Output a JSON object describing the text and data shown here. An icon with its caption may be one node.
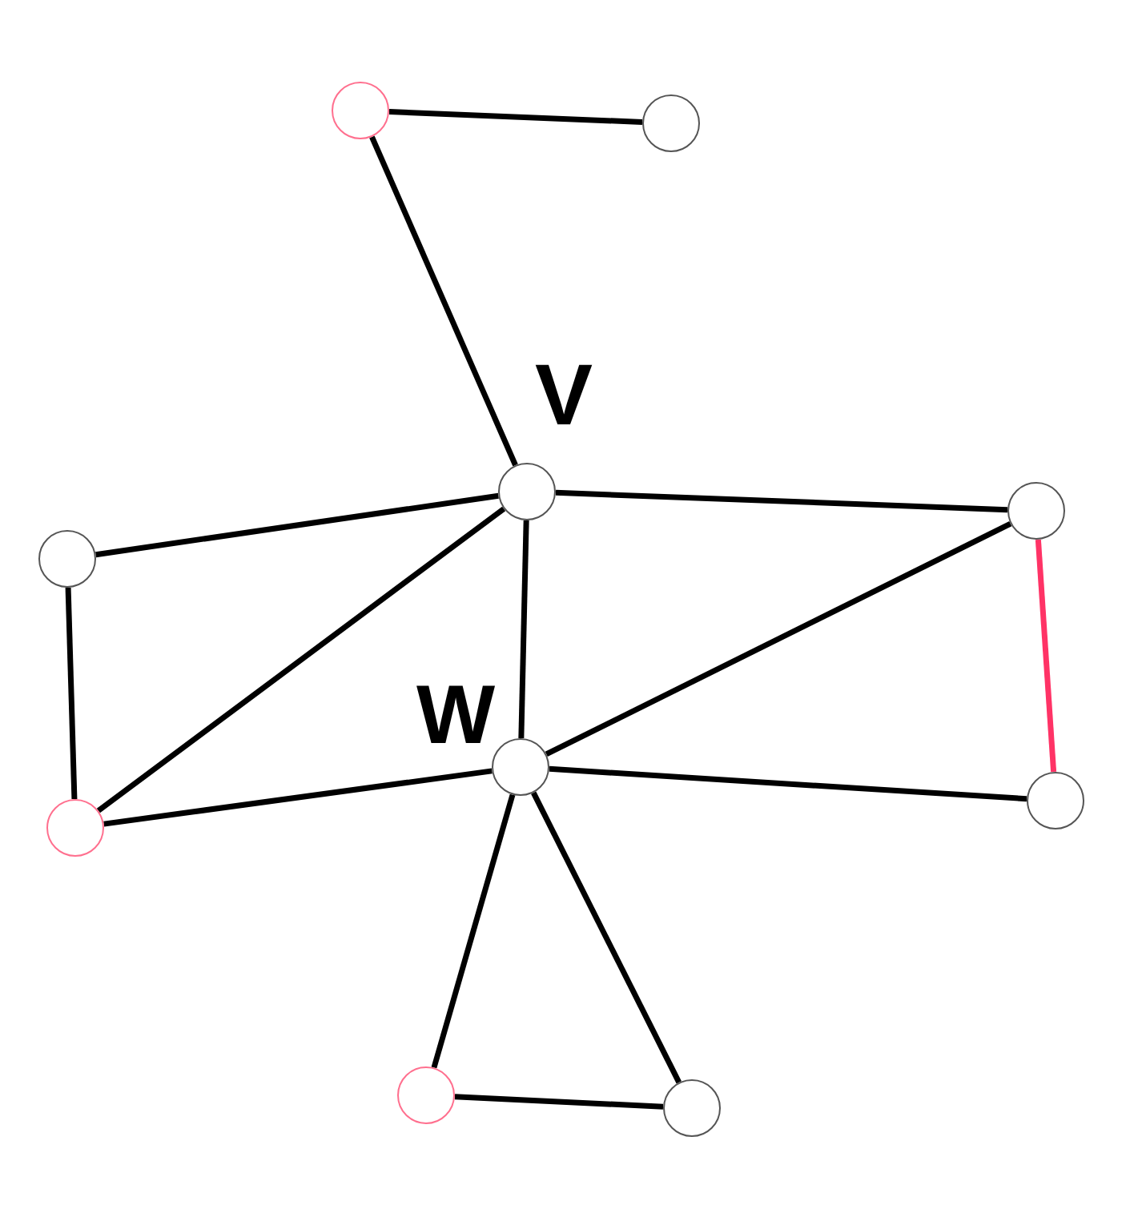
{
  "diagram": {
    "nodes": [
      {
        "text": [],
        "shape": "circle"
      },
      {
        "text": [],
        "shape": "circle"
      },
      {
        "text": [],
        "shape": "circle",
        "beside": [
          "V"
        ]
      },
      {
        "text": [],
        "shape": "circle"
      },
      {
        "text": [],
        "shape": "circle"
      },
      {
        "text": [],
        "shape": "circle",
        "beside": [
          "W"
        ]
      },
      {
        "text": [],
        "shape": "circle"
      },
      {
        "text": [],
        "shape": "circle"
      },
      {
        "text": [],
        "shape": "circle"
      },
      {
        "text": [],
        "shape": "circle"
      }
    ],
    "edges": [
      {
        "from": 0,
        "to": 1,
        "arrow": "none"
      },
      {
        "from": 0,
        "to": 2,
        "arrow": "none"
      },
      {
        "from": 2,
        "to": 4,
        "arrow": "none"
      },
      {
        "from": 2,
        "to": 3,
        "arrow": "none"
      },
      {
        "from": 2,
        "to": 6,
        "arrow": "none"
      },
      {
        "from": 2,
        "to": 5,
        "arrow": "none"
      },
      {
        "from": 3,
        "to": 6,
        "arrow": "none"
      },
      {
        "from": 6,
        "to": 5,
        "arrow": "none"
      },
      {
        "from": 5,
        "to": 4,
        "arrow": "none"
      },
      {
        "from": 4,
        "to": 7,
        "arrow": "none",
        "color": "#ff3366"
      },
      {
        "from": 5,
        "to": 7,
        "arrow": "none"
      },
      {
        "from": 5,
        "to": 8,
        "arrow": "none"
      },
      {
        "from": 5,
        "to": 9,
        "arrow": "none"
      },
      {
        "from": 8,
        "to": 9,
        "arrow": "none"
      }
    ]
  }
}
